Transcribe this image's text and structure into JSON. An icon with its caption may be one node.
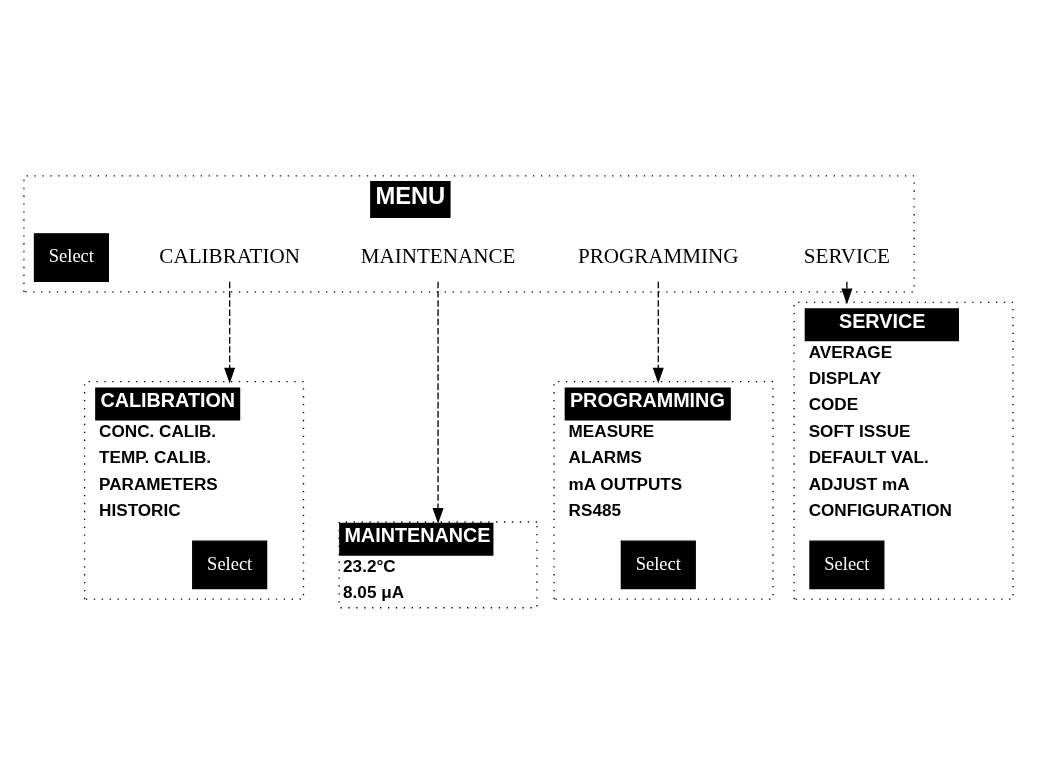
{
  "diagram": {
    "nodes": [
      {
        "text": [
          "MENU"
        ]
      },
      {
        "text": [
          "CALIBRATION"
        ],
        "in": 0
      },
      {
        "text": [
          "MAINTENANCE"
        ],
        "in": 0
      },
      {
        "text": [
          "PROGRAMMING"
        ],
        "in": 0
      },
      {
        "text": [
          "SERVICE"
        ],
        "in": 0
      },
      {
        "text": [
          "Select"
        ],
        "in": 0
      },
      {
        "text": [
          "CALIBRATION",
          "CONC. CALIB.",
          "TEMP. CALIB.",
          "PARAMETERS",
          "HISTORIC"
        ]
      },
      {
        "text": [
          "Select"
        ],
        "in": 6
      },
      {
        "text": [
          "MAINTENANCE",
          "23.2°C",
          "8.05 μA"
        ]
      },
      {
        "text": [
          "PROGRAMMING",
          "MEASURE",
          "ALARMS",
          "mA OUTPUTS",
          "RS485"
        ]
      },
      {
        "text": [
          "Select"
        ],
        "in": 9
      },
      {
        "text": [
          "SERVICE",
          "AVERAGE",
          "DISPLAY",
          "CODE",
          "SOFT ISSUE",
          "DEFAULT VAL.",
          "ADJUST mA",
          "CONFIGURATION"
        ]
      },
      {
        "text": [
          "Select"
        ],
        "in": 11
      }
    ],
    "edges": [
      {
        "from": 1,
        "to": 6,
        "arrow": "to",
        "style": "dashed"
      },
      {
        "from": 2,
        "to": 8,
        "arrow": "to",
        "style": "dashed"
      },
      {
        "from": 3,
        "to": 9,
        "arrow": "to",
        "style": "dashed"
      },
      {
        "from": 4,
        "to": 11,
        "arrow": "to",
        "style": "dashed"
      }
    ]
  }
}
